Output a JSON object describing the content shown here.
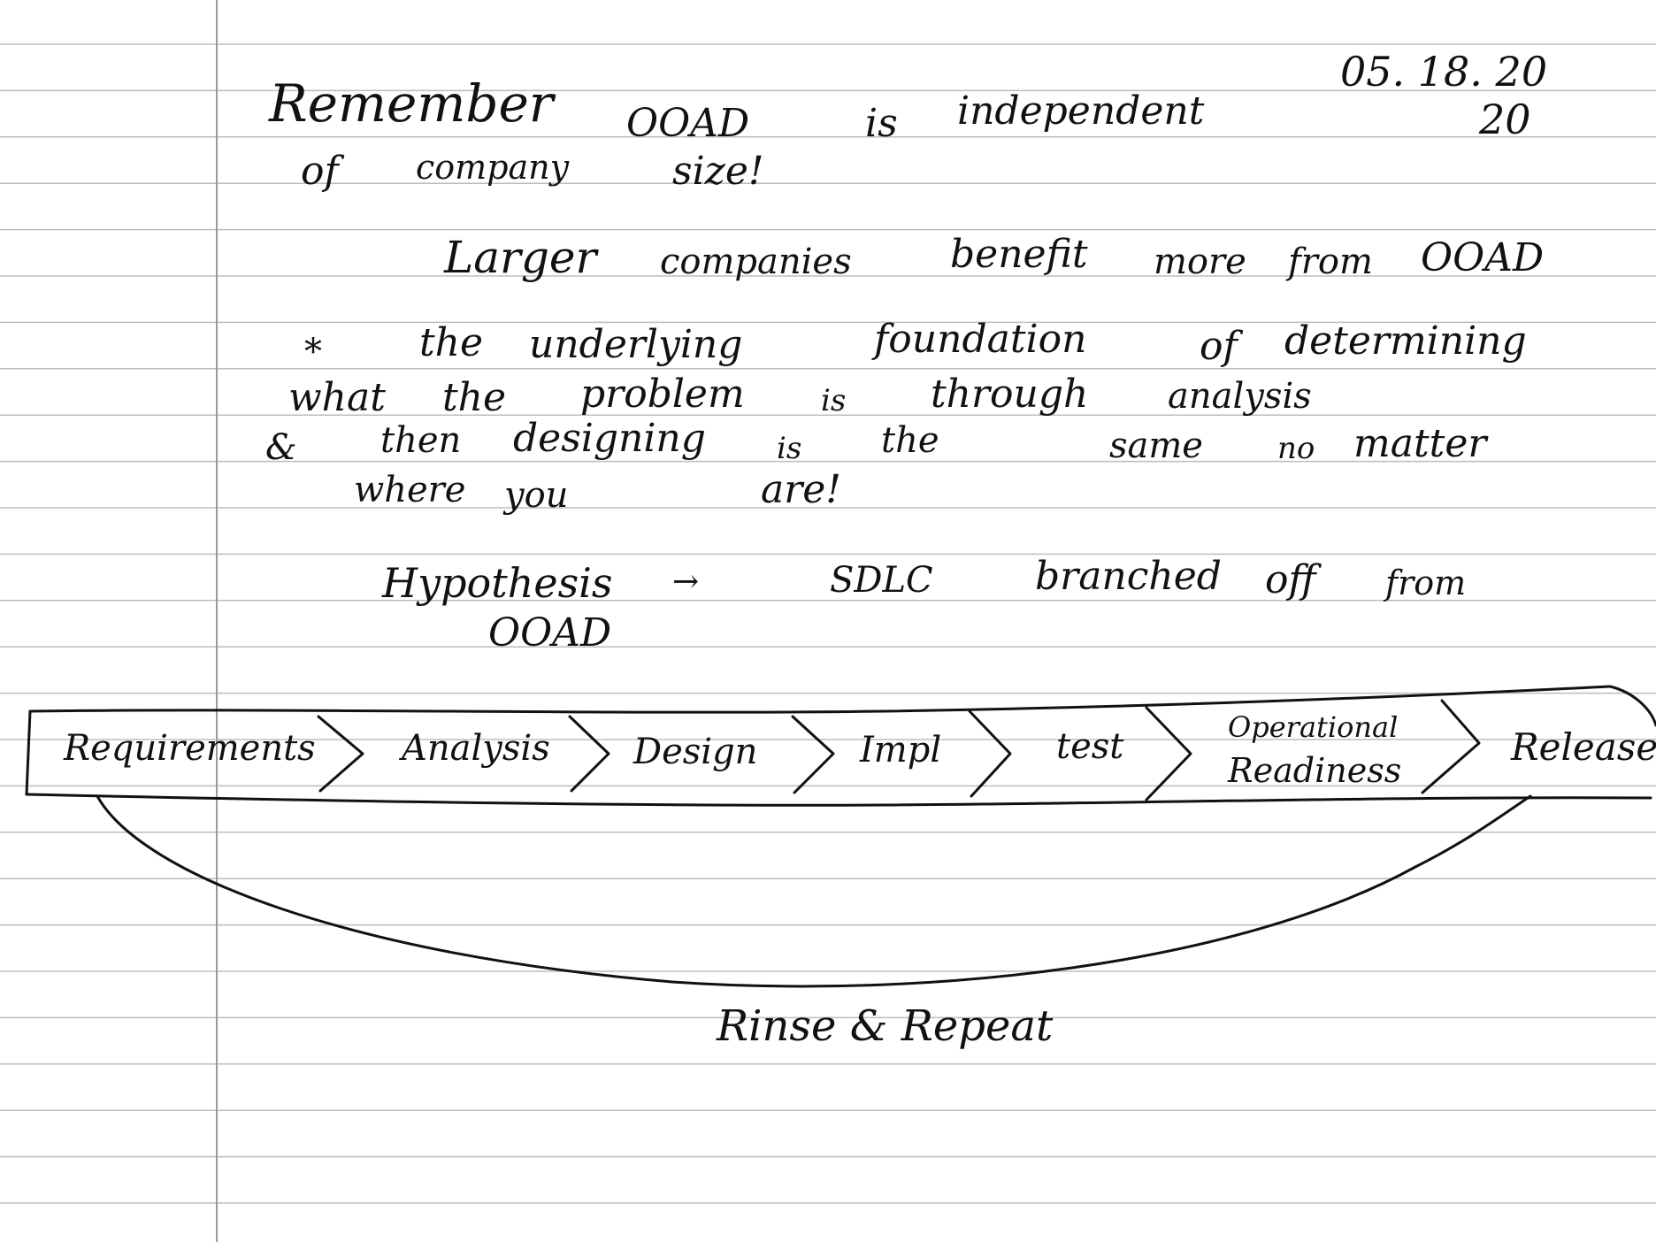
{
  "date": {
    "line1": "05. 18. 20",
    "line2": "20"
  },
  "notes": {
    "line1": [
      "Remember",
      "OOAD",
      "is",
      "independent"
    ],
    "line2": [
      "of",
      "company",
      "size!"
    ],
    "line3": [
      "Larger",
      "companies",
      "benefit",
      "more",
      "from",
      "OOAD"
    ],
    "star_marker": "*",
    "line4": [
      "the",
      "underlying",
      "foundation",
      "of",
      "determining"
    ],
    "line5": [
      "what",
      "the",
      "problem",
      "is",
      "through",
      "analysis"
    ],
    "line6_marker": "&",
    "line6": [
      "then",
      "designing",
      "is",
      "the",
      "same",
      "no",
      "matter"
    ],
    "line7": [
      "where",
      "you",
      "are!"
    ],
    "line8": [
      "Hypothesis",
      "→",
      "SDLC",
      "branched",
      "off",
      "from"
    ],
    "line9": [
      "OOAD"
    ]
  },
  "sdlc": {
    "steps": [
      "Requirements",
      "Analysis",
      "Design",
      "Impl",
      "test",
      "Operational",
      "Readiness",
      "Release"
    ],
    "loop_label": "Rinse & Repeat"
  }
}
